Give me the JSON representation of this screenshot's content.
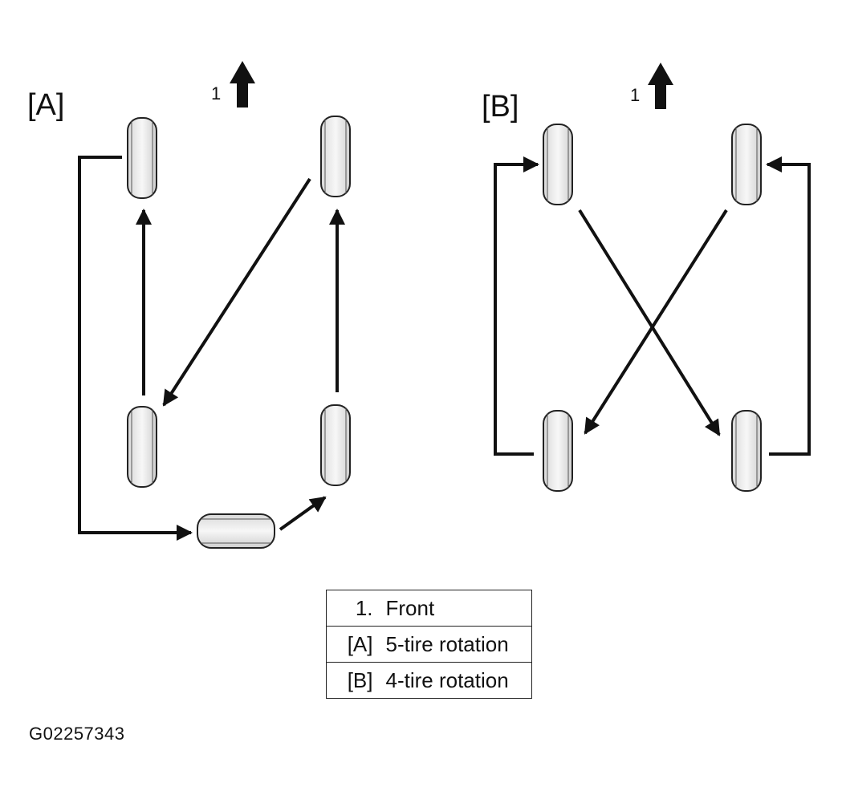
{
  "panels": {
    "a": {
      "label": "[A]",
      "front_marker": "1"
    },
    "b": {
      "label": "[B]",
      "front_marker": "1"
    }
  },
  "legend": [
    {
      "key": "1.",
      "description": "Front"
    },
    {
      "key": "[A]",
      "description": "5-tire rotation"
    },
    {
      "key": "[B]",
      "description": "4-tire rotation"
    }
  ],
  "figure_id": "G02257343"
}
